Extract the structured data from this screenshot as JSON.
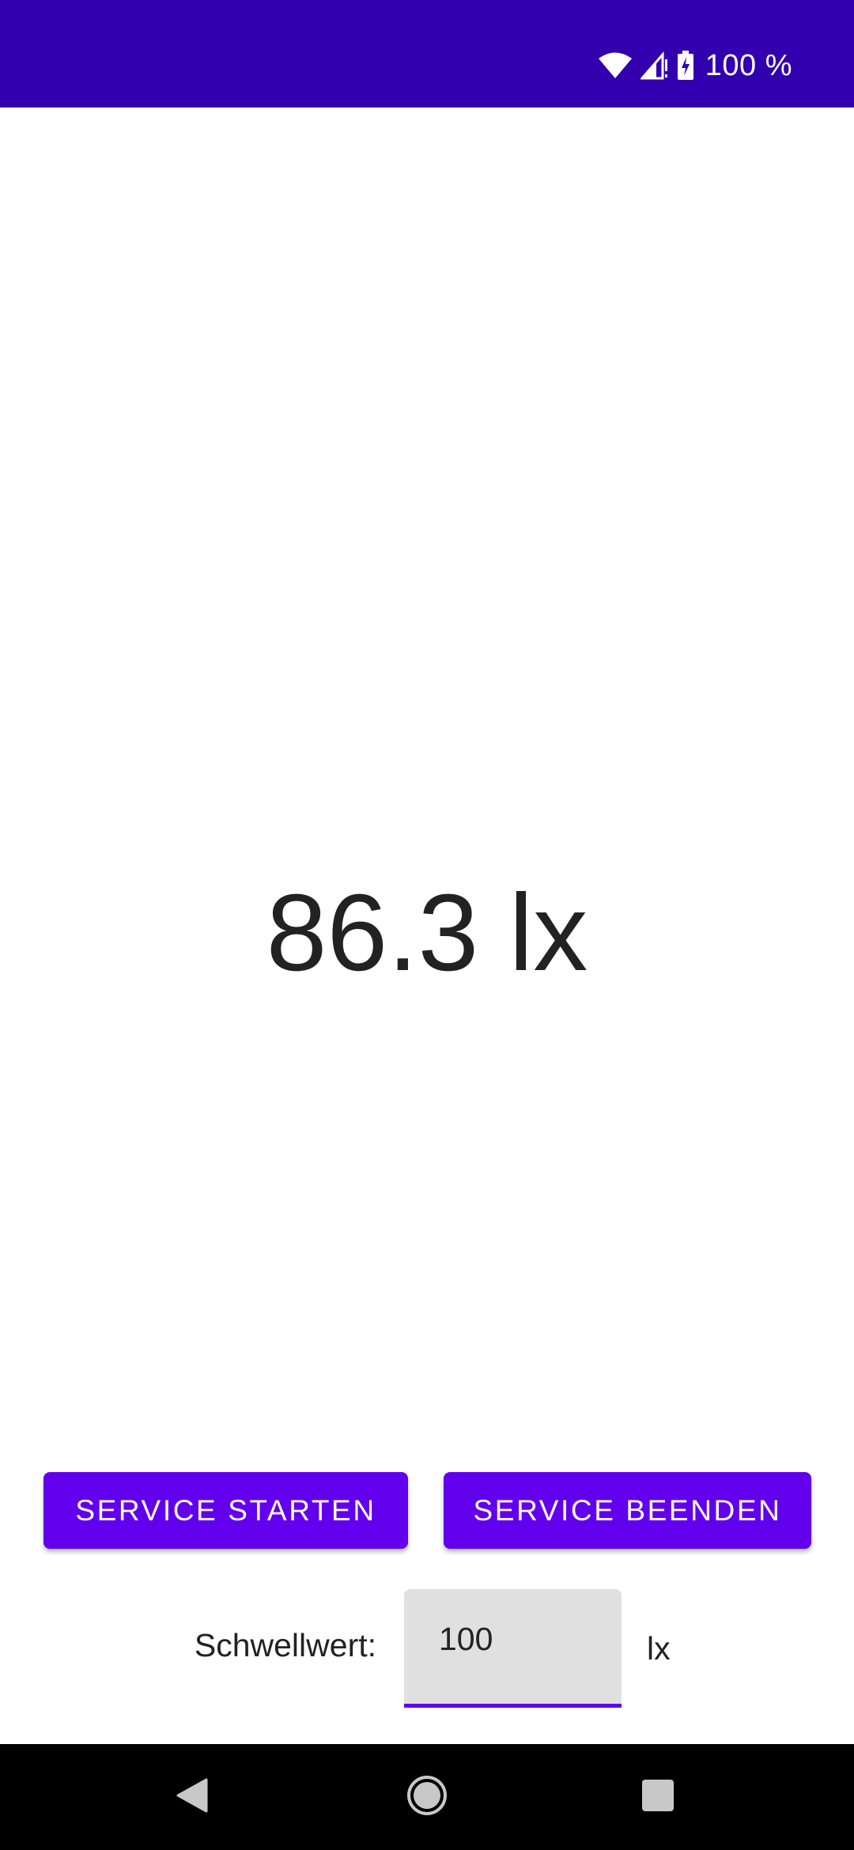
{
  "status_bar": {
    "battery_text": "100 %",
    "background_color": "#3200AF",
    "icons": [
      "wifi-icon",
      "cell-signal-icon",
      "battery-charging-icon"
    ]
  },
  "main": {
    "reading": "86.3 lx"
  },
  "buttons": {
    "start_label": "SERVICE STARTEN",
    "stop_label": "SERVICE BEENDEN",
    "color": "#6200EE"
  },
  "threshold": {
    "label": "Schwellwert:",
    "value": "100",
    "unit": "lx"
  },
  "navigation": {
    "icons": [
      "back-icon",
      "home-icon",
      "recents-icon"
    ]
  }
}
